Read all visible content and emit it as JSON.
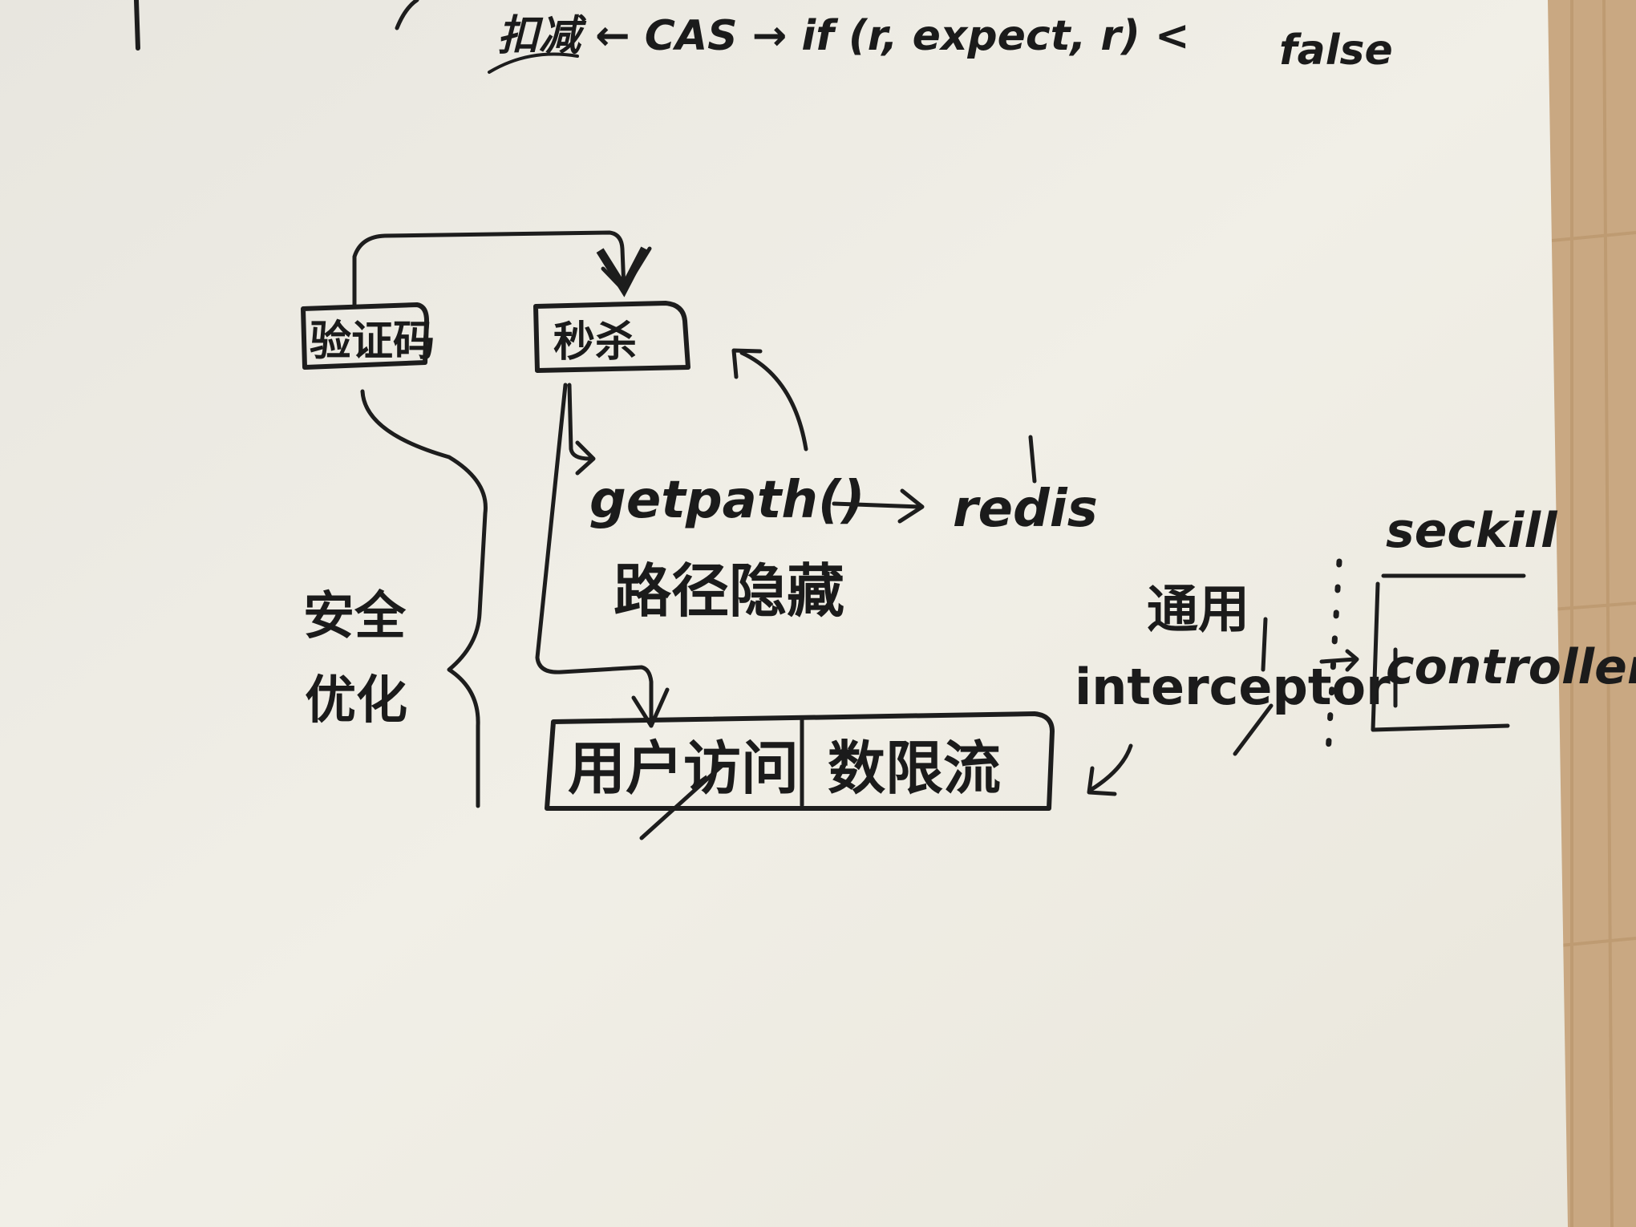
{
  "top_fragment": {
    "line1": "扣减 ← CAS → if (r, expect, r) <",
    "line2": "false"
  },
  "nodes": {
    "captcha": "验证码",
    "seckill": "秒杀",
    "getpath": "getpath()",
    "redis": "redis",
    "path_hiding": "路径隐藏",
    "user_access_count": "用户访问",
    "rate_limit": "数限流",
    "generic": "通用",
    "interceptor": "interceptor",
    "seckill_label": "seckill",
    "controller": "controller"
  },
  "brace_label": {
    "line1": "安全",
    "line2": "优化"
  },
  "colors": {
    "paper": "#f3f1e9",
    "ink": "#1d1d1d",
    "table": "#c9a882"
  }
}
